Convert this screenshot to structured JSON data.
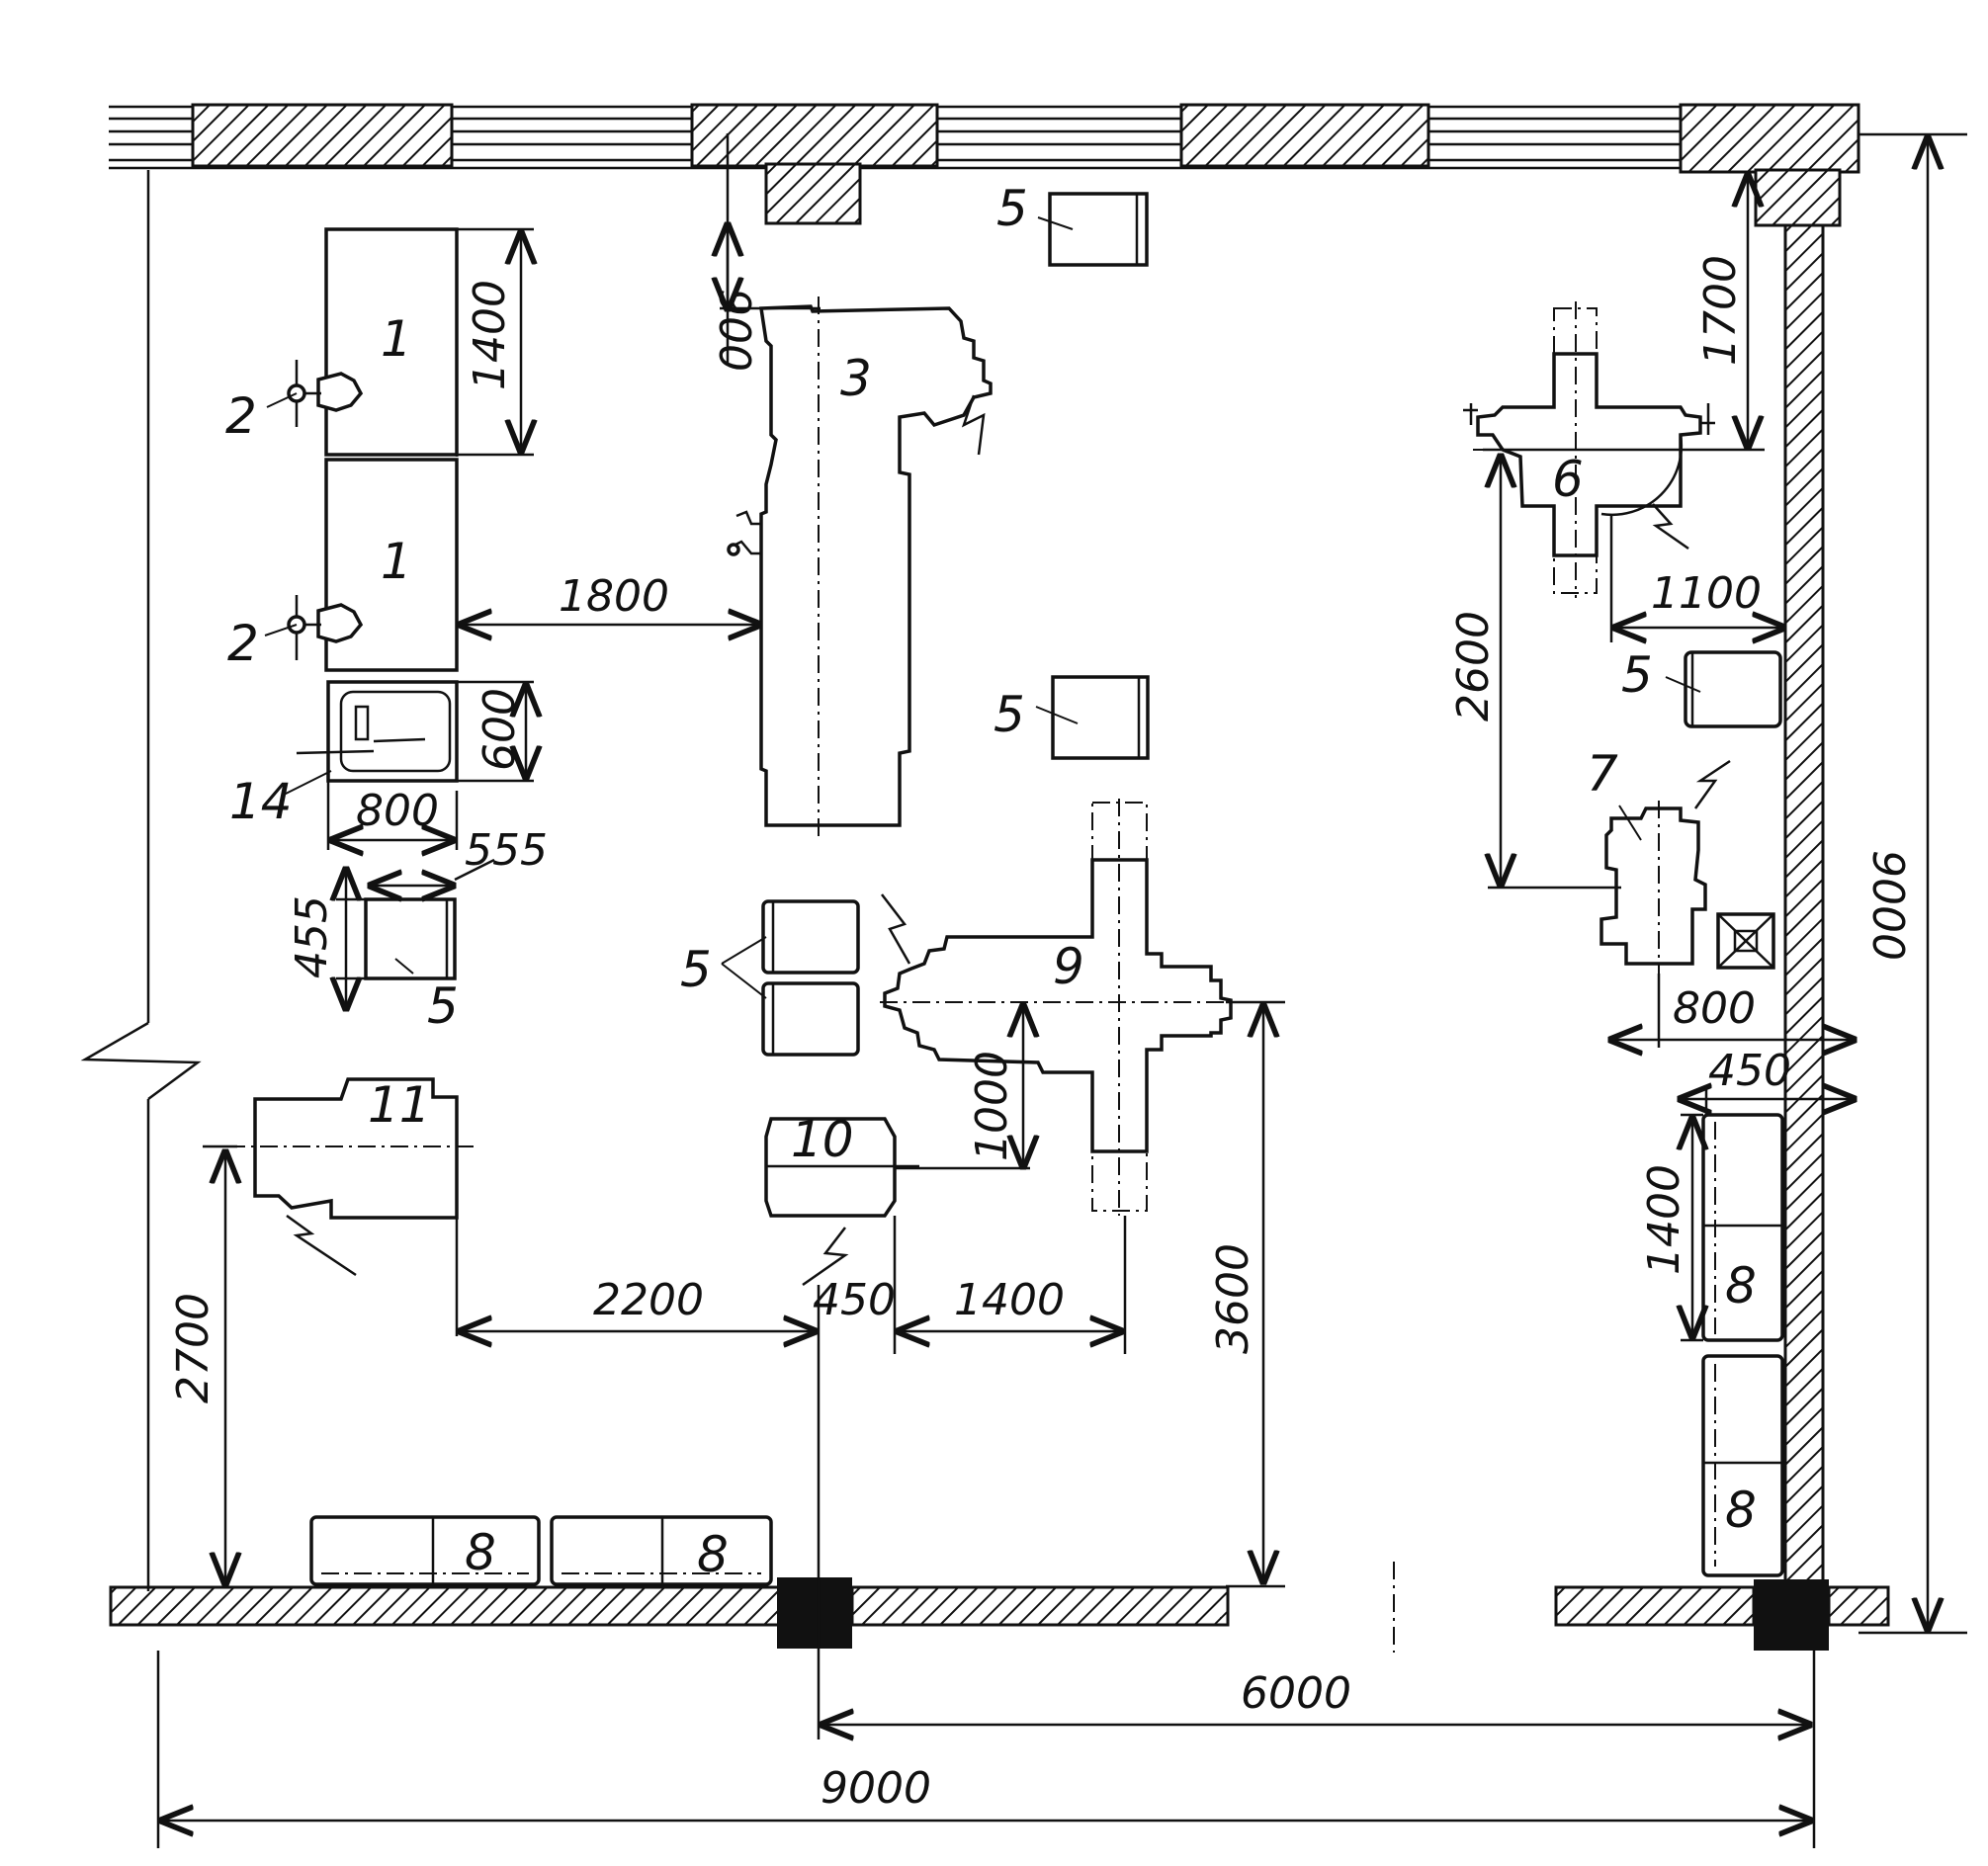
{
  "dimensions": {
    "d900": "900",
    "d1400_bench": "1400",
    "d1800": "1800",
    "d600": "600",
    "d800_sink": "800",
    "d555": "555",
    "d455": "455",
    "d1700": "1700",
    "d2600": "2600",
    "d1100": "1100",
    "d800_right": "800",
    "d450_right": "450",
    "d1400_right": "1400",
    "d1000": "1000",
    "d3600": "3600",
    "d2700": "2700",
    "d2200": "2200",
    "d450_mid": "450",
    "d1400_mid": "1400",
    "d6000": "6000",
    "d9000_bottom": "9000",
    "d9000_right": "9000"
  },
  "labels": {
    "l1a": "1",
    "l1b": "1",
    "l2a": "2",
    "l2b": "2",
    "l3": "3",
    "l5_top": "5",
    "l5_mid": "5",
    "l5_right": "5",
    "l5_left": "5",
    "l5_pair": "5",
    "l6": "6",
    "l7": "7",
    "l8_bl": "8",
    "l8_br": "8",
    "l8_r1": "8",
    "l8_r2": "8",
    "l9": "9",
    "l10": "10",
    "l11": "11",
    "l14": "14"
  }
}
